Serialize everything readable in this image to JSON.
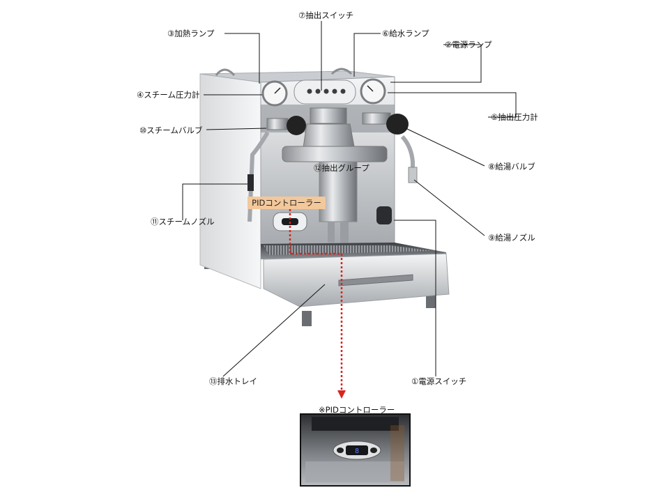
{
  "labels": {
    "extraction_switch": "⑦抽出スイッチ",
    "heating_lamp": "③加熱ランプ",
    "water_supply_lamp": "⑥給水ランプ",
    "power_lamp": "②電源ランプ",
    "steam_pressure_gauge": "④スチーム圧力計",
    "extraction_pressure_gauge": "⑤抽出圧力計",
    "steam_valve": "⑩スチームバルブ",
    "hot_water_valve": "⑧給湯バルブ",
    "brew_group": "⑫抽出グループ",
    "steam_nozzle": "⑪スチームノズル",
    "hot_water_nozzle": "⑨給湯ノズル",
    "drain_tray": "⑬排水トレイ",
    "power_switch": "①電源スイッチ",
    "pid_controller": "PIDコントローラー"
  },
  "inset": {
    "caption": "※PIDコントローラー",
    "display_value": "8"
  },
  "colors": {
    "leader_line": "#111111",
    "pid_arrow": "#d9251d",
    "pid_tag_bg": "#f3c89a"
  }
}
